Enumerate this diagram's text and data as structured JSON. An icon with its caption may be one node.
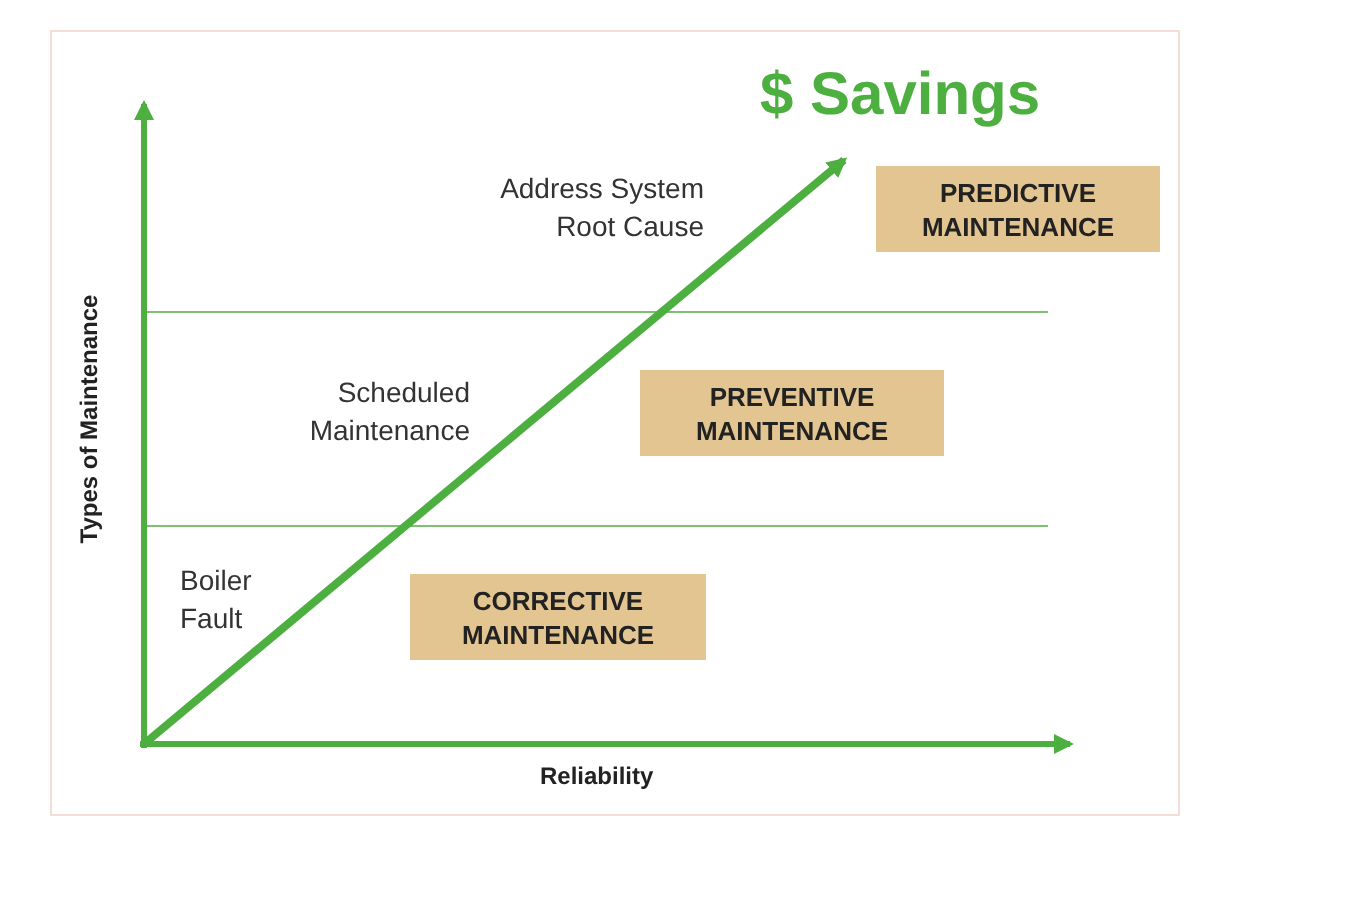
{
  "diagram": {
    "nodes": [
      {
        "text": [
          "PREDICTIVE MAINTENANCE"
        ]
      },
      {
        "text": [
          "PREVENTIVE MAINTENANCE"
        ]
      },
      {
        "text": [
          "CORRECTIVE MAINTENANCE"
        ]
      }
    ],
    "labels": [
      "$ Savings",
      "Address System Root Cause",
      "Scheduled Maintenance",
      "Boiler Fault",
      "Types of Maintenance",
      "Reliability"
    ]
  }
}
